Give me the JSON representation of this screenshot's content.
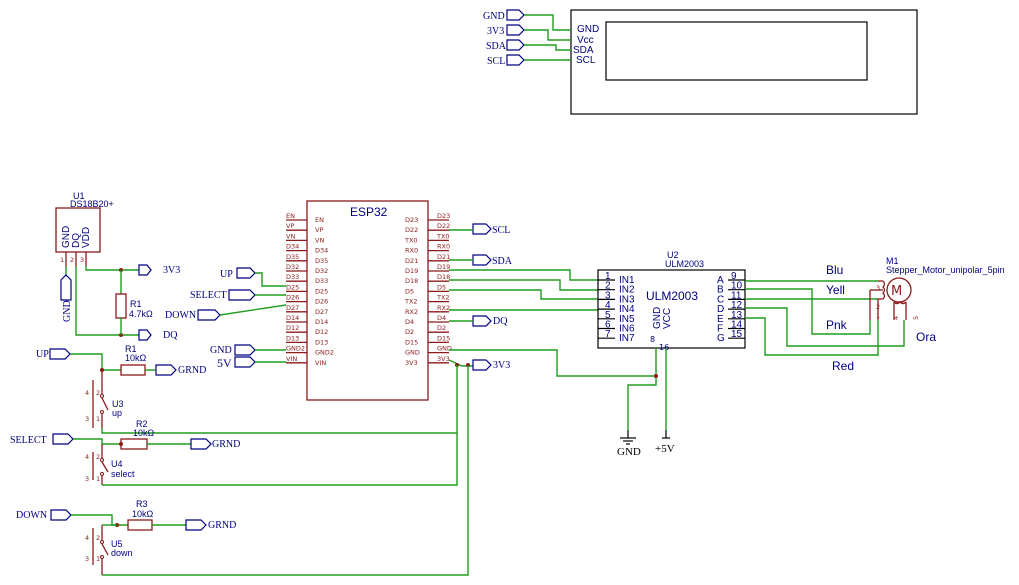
{
  "lcd": {
    "pins": [
      "GND",
      "Vcc",
      "SDA",
      "SCL"
    ],
    "net_labels": [
      "GND",
      "3V3",
      "SDA",
      "SCL"
    ]
  },
  "u1": {
    "ref": "U1",
    "value": "DS18B20+",
    "pins": [
      "GND",
      "DQ",
      "VDD"
    ],
    "pin_numbers": [
      "1",
      "2",
      "3"
    ]
  },
  "esp32": {
    "title": "ESP32",
    "left_pins": [
      "EN",
      "VP",
      "VN",
      "D34",
      "D35",
      "D32",
      "D33",
      "D25",
      "D26",
      "D27",
      "D14",
      "D12",
      "D13",
      "GND2",
      "VIN"
    ],
    "left_inner": [
      "EN",
      "VP",
      "VN",
      "D34",
      "D35",
      "D32",
      "D33",
      "D25",
      "D26",
      "D27",
      "D14",
      "D12",
      "D13",
      "GND2",
      "VIN"
    ],
    "right_pins": [
      "D23",
      "D22",
      "TX0",
      "RX0",
      "D21",
      "D19",
      "D18",
      "D5",
      "TX2",
      "RX2",
      "D4",
      "D2",
      "D15",
      "GND",
      "3V3"
    ],
    "right_inner": [
      "D23",
      "D22",
      "TX0",
      "RX0",
      "D21",
      "D19",
      "D18",
      "D5",
      "TX2",
      "RX2",
      "D4",
      "D2",
      "D15",
      "GND",
      "3V3"
    ]
  },
  "uln": {
    "ref": "U2",
    "value": "ULM2003",
    "title": "ULM2003",
    "inputs": [
      "IN1",
      "IN2",
      "IN3",
      "IN4",
      "IN5",
      "IN6",
      "IN7"
    ],
    "input_numbers": [
      "1",
      "2",
      "3",
      "4",
      "5",
      "6",
      "7"
    ],
    "outputs": [
      "A",
      "B",
      "C",
      "D",
      "E",
      "F",
      "G"
    ],
    "output_numbers": [
      "9",
      "10",
      "11",
      "12",
      "13",
      "14",
      "15"
    ],
    "bottom_pins": [
      "GND",
      "VCC"
    ],
    "bottom_numbers": [
      "8",
      "16"
    ]
  },
  "motor": {
    "ref": "M1",
    "value": "Stepper_Motor_unipolar_5pin",
    "pin_numbers": [
      "3",
      "2",
      "1",
      "4",
      "5"
    ],
    "wire_labels": [
      "Blu",
      "Yell",
      "Pnk",
      "Ora",
      "Red"
    ]
  },
  "resistors": [
    {
      "ref": "R1",
      "value": "4.7kΩ"
    },
    {
      "ref": "R1",
      "value": "10kΩ"
    },
    {
      "ref": "R2",
      "value": "10kΩ"
    },
    {
      "ref": "R3",
      "value": "10kΩ"
    }
  ],
  "buttons": [
    {
      "ref": "U3",
      "value": "up"
    },
    {
      "ref": "U4",
      "value": "select"
    },
    {
      "ref": "U5",
      "value": "down"
    }
  ],
  "button_pins": [
    "4",
    "2",
    "3",
    "1"
  ],
  "net_labels": {
    "v3a": "3V3",
    "dq": "DQ",
    "gnd_u1": "GND",
    "up": "UP",
    "select": "SELECT",
    "down": "DOWN",
    "gnd_esp": "GND",
    "v5": "5V",
    "scl": "SCL",
    "sda": "SDA",
    "dq_esp": "DQ",
    "v3b": "3V3",
    "grnd1": "GRND",
    "grnd2": "GRND",
    "grnd3": "GRND",
    "up_btn": "UP",
    "select_btn": "SELECT",
    "down_btn": "DOWN"
  },
  "power": {
    "gnd": "GND",
    "plus5": "+5V"
  }
}
